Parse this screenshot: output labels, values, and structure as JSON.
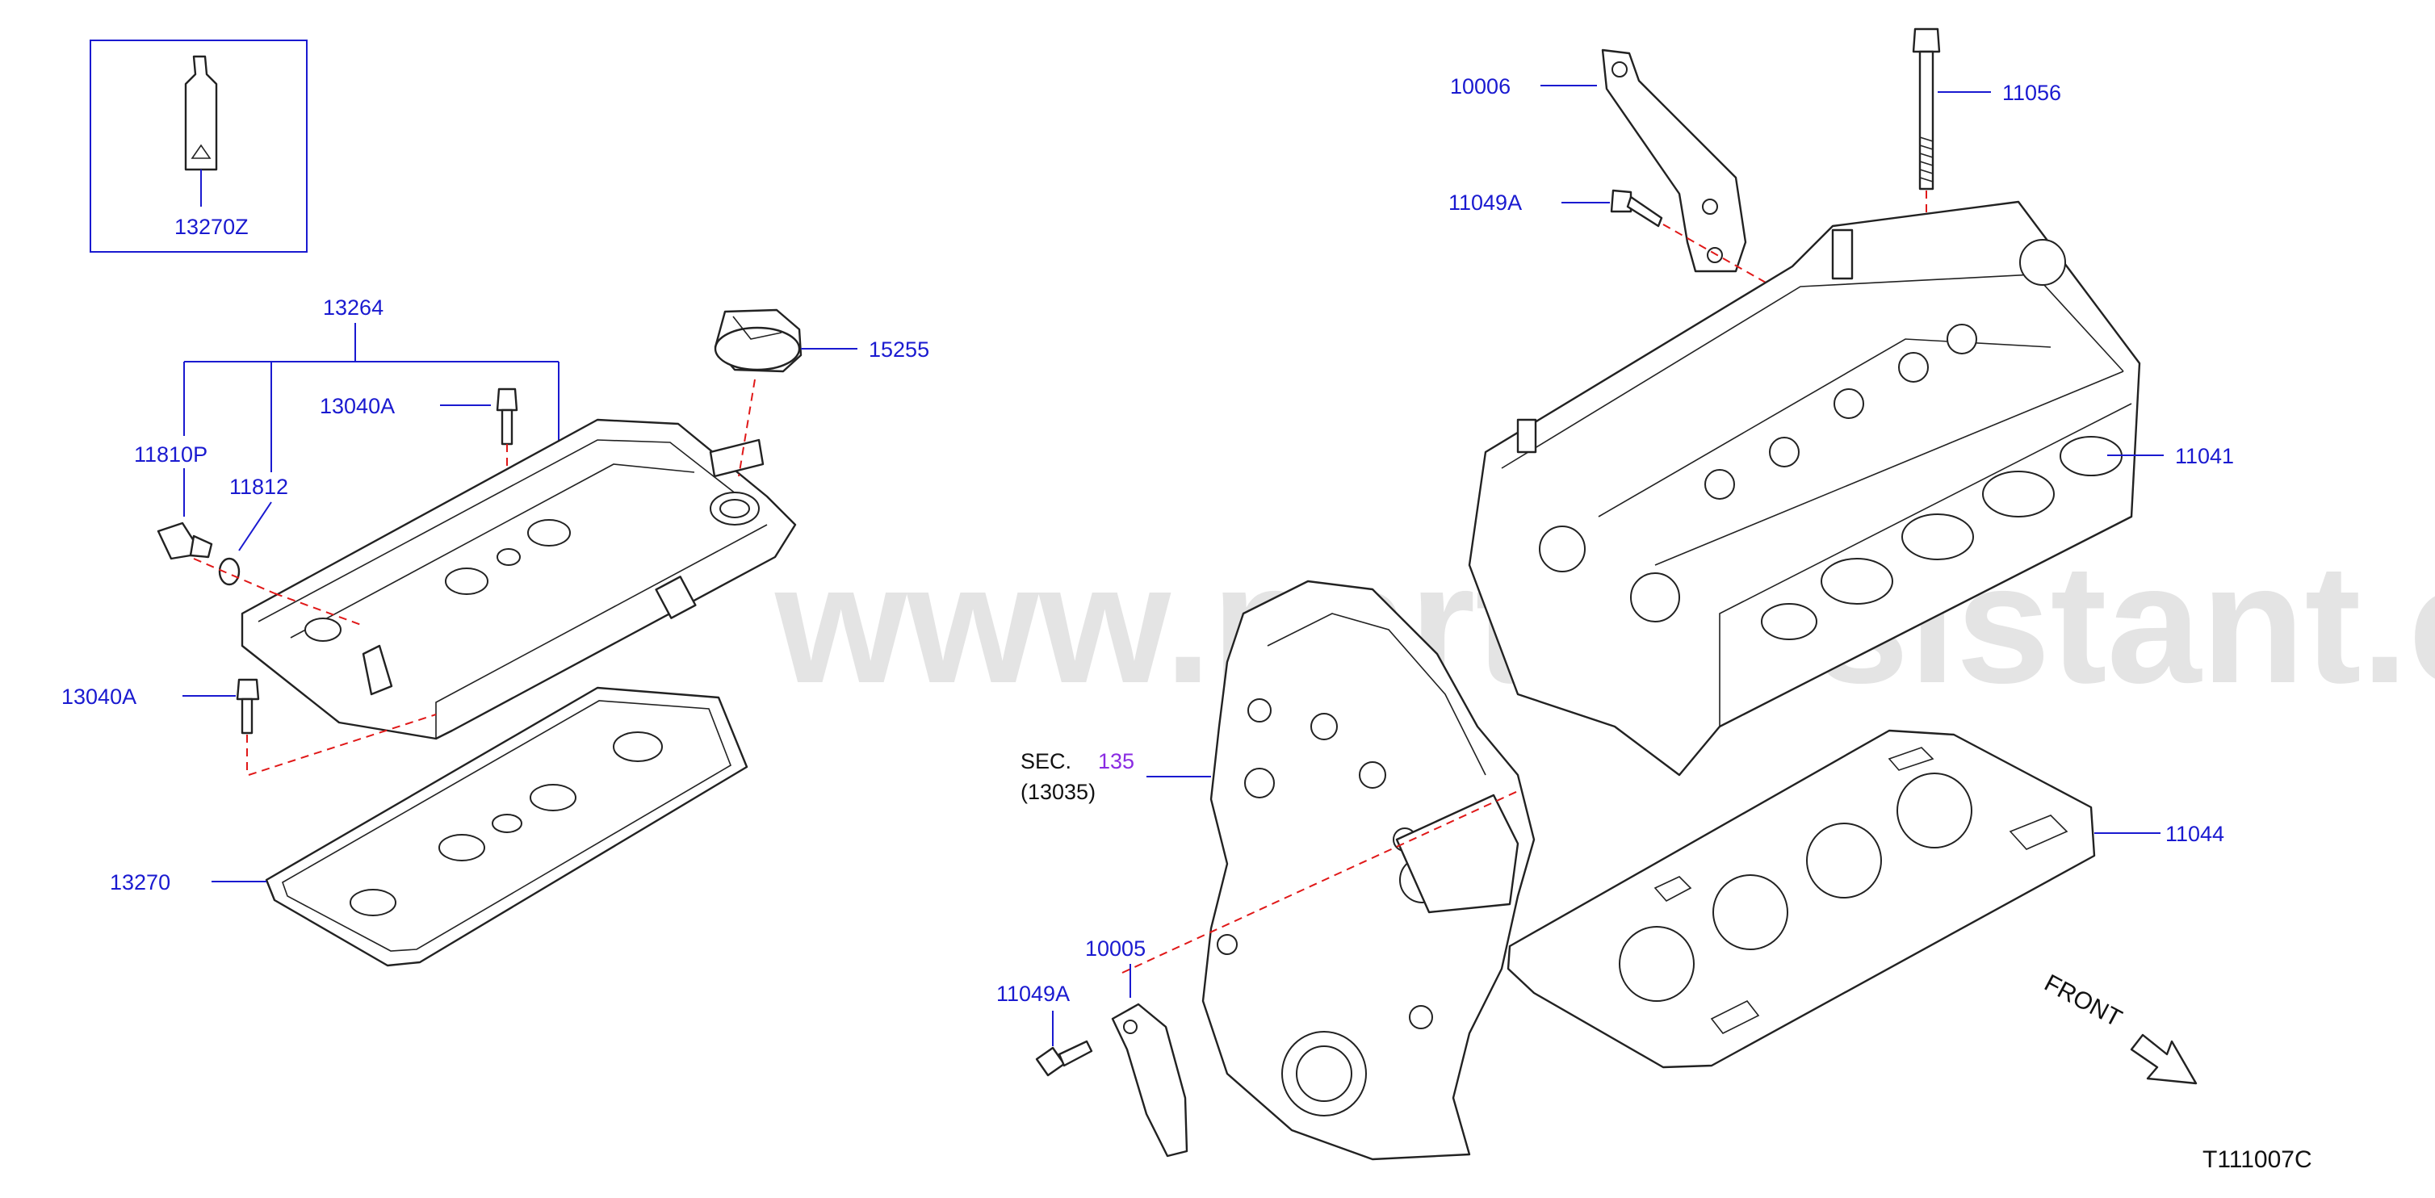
{
  "watermark": "www.partsassistant.com",
  "diagram_code": "T111007C",
  "front_label": "FRONT",
  "section_ref": {
    "prefix": "SEC.",
    "number": "135",
    "sub": "(13035)"
  },
  "labels": {
    "p13270Z": "13270Z",
    "p13264": "13264",
    "p13040A_top": "13040A",
    "p11810P": "11810P",
    "p11812": "11812",
    "p15255": "15255",
    "p13040A_bottom": "13040A",
    "p13270": "13270",
    "p10006": "10006",
    "p11049A_top": "11049A",
    "p11056": "11056",
    "p11041": "11041",
    "p11044": "11044",
    "p10005": "10005",
    "p11049A_bottom": "11049A"
  },
  "colors": {
    "label": "#1a1ad0",
    "section_link": "#8a2be2",
    "guide_dash": "#e01818",
    "line": "#222222"
  }
}
